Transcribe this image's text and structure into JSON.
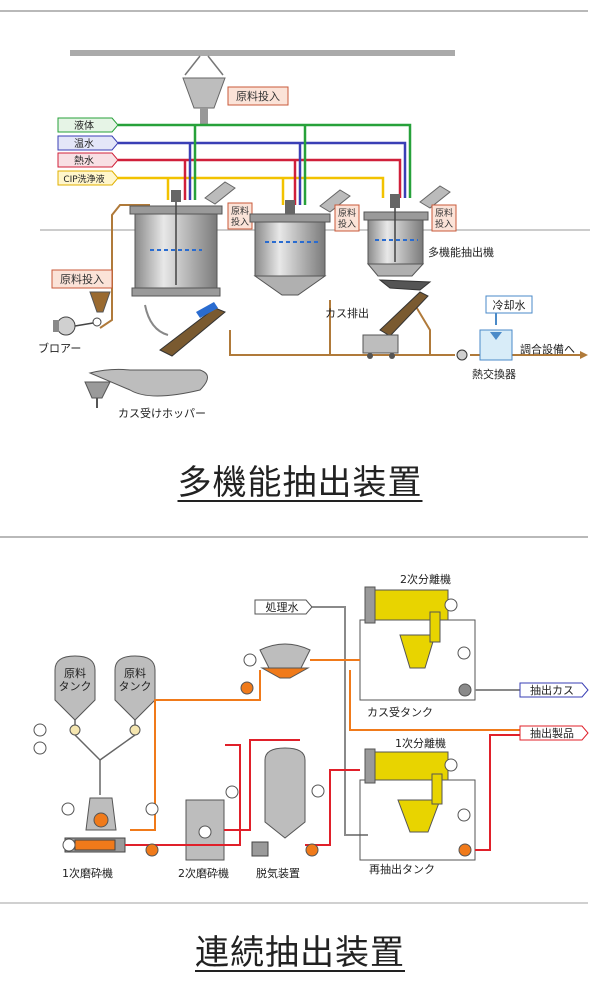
{
  "top": {
    "caption": "多機能抽出装置",
    "labels": {
      "feed_top": "原料投入",
      "feed_left": "原料投入",
      "feed_tank1": "原料\n投入",
      "feed_tank2": "原料\n投入",
      "feed_tank3": "原料\n投入",
      "line_liquid": "液体",
      "line_warm": "温水",
      "line_hot": "熱水",
      "line_cip": "CIP洗浄液",
      "multi_extractor": "多機能抽出機",
      "lees_discharge": "カス排出",
      "blower": "ブロアー",
      "lees_hopper": "カス受けホッパー",
      "cooling_water": "冷却水",
      "heat_exchanger": "熱交換器",
      "to_blending": "調合設備へ"
    },
    "colors": {
      "liquid": "#27a13a",
      "warm": "#3a3fb5",
      "hot": "#d0203a",
      "cip": "#f2c200",
      "pipe": "#b07a3a"
    }
  },
  "bottom": {
    "caption": "連続抽出装置",
    "labels": {
      "raw_tank1": "原料\nタンク",
      "raw_tank2": "原料\nタンク",
      "mill1": "1次磨砕機",
      "mill2": "2次磨砕機",
      "deaerator": "脱気装置",
      "separator2": "2次分離機",
      "separator1": "1次分離機",
      "lees_tank": "カス受タンク",
      "reextract_tank": "再抽出タンク",
      "process_water": "処理水",
      "extract_lees": "抽出カス",
      "extract_product": "抽出製品"
    },
    "colors": {
      "red": "#e0202a",
      "orange": "#f07a1a",
      "gray_line": "#8a8a8a",
      "separator": "#e8d400"
    }
  }
}
